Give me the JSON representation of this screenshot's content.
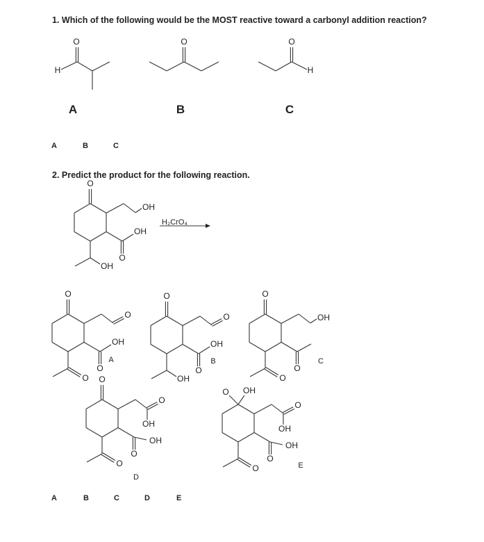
{
  "q1": {
    "text": "1. Which of the following would be the MOST reactive toward a carbonyl addition reaction?",
    "structure_labels": [
      "A",
      "B",
      "C"
    ],
    "options": [
      "A",
      "B",
      "C"
    ]
  },
  "q2": {
    "text": "2. Predict the product for the following reaction.",
    "reagent": "H₂CrO₄",
    "product_labels": [
      "A",
      "B",
      "C",
      "D",
      "E"
    ],
    "options": [
      "A",
      "B",
      "C",
      "D",
      "E"
    ]
  },
  "atoms": {
    "O": "O",
    "OH": "OH",
    "H": "H"
  }
}
